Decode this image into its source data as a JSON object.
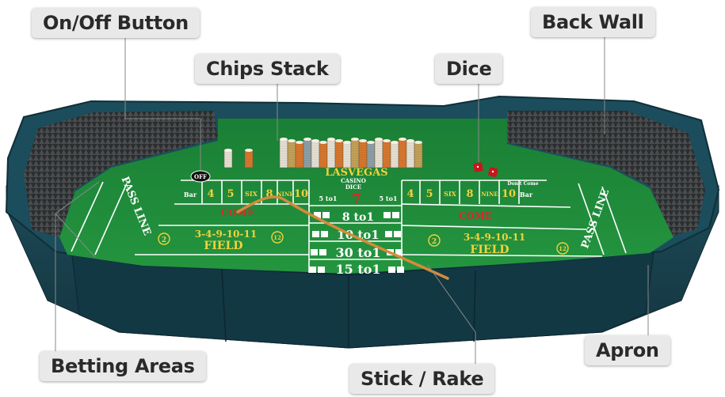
{
  "callouts": {
    "on_off_button": "On/Off Button",
    "chips_stack": "Chips Stack",
    "dice": "Dice",
    "back_wall": "Back Wall",
    "betting_areas": "Betting Areas",
    "stick_rake": "Stick / Rake",
    "apron": "Apron"
  },
  "table": {
    "las_vegas": "LASVEGAS",
    "casino": "CASINO",
    "dice": "DICE",
    "puck": "OFF",
    "pass_line": "PASS LINE",
    "come": "COME",
    "field": "FIELD",
    "field_numbers": "3-4-9-10-11",
    "field_two": "2",
    "field_twelve": "12",
    "numbers": [
      "4",
      "5",
      "SIX",
      "8",
      "NINE",
      "10"
    ],
    "seven": "7",
    "five_to_one": "5 to1",
    "odds": [
      "8 to1",
      "10 to1",
      "30 to1",
      "15 to1"
    ],
    "bar": "Bar",
    "dont_come": "Don't Come"
  },
  "colors": {
    "felt": "#1f8a3a",
    "rail": "#1b4d5c",
    "wall": "#3a3a3a",
    "label_bg": "#e9e9e9"
  }
}
